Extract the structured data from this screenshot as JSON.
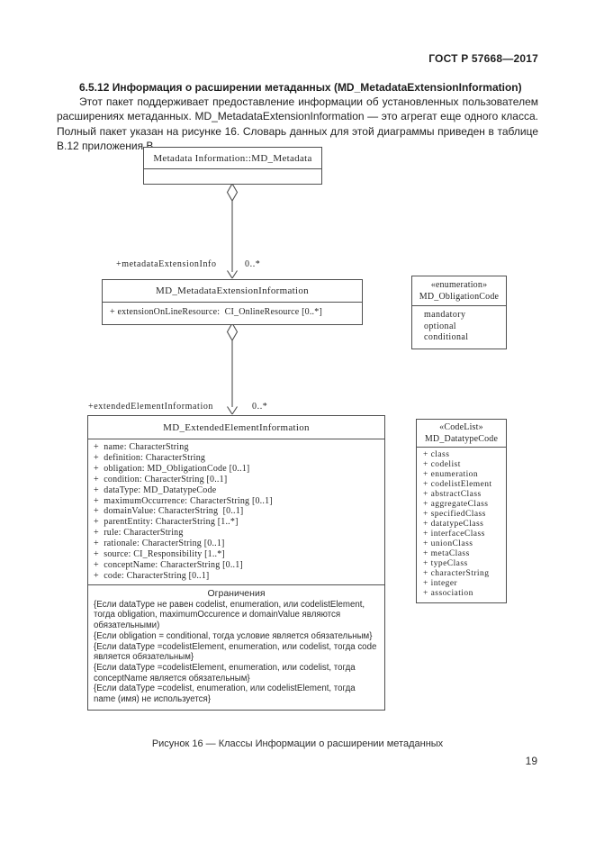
{
  "colors": {
    "ink": "#1f1f1f",
    "border": "#4f4f4f",
    "background": "#ffffff"
  },
  "page": {
    "header": "ГОСТ Р 57668—2017",
    "section_heading": "6.5.12 Информация о расширении метаданных (MD_MetadataExtensionInformation)",
    "paragraph": "Этот пакет поддерживает предоставление информации об установленных пользователем расширениях метаданных. MD_MetadataExtensionInformation — это агрегат еще одного класса. Полный пакет указан на рисунке 16. Словарь данных для этой диаграммы приведен в таблице В.12 приложения В.",
    "figure_caption": "Рисунок 16 — Классы Информации о расширении метаданных",
    "page_number": "19"
  },
  "diagram": {
    "md_metadata": {
      "title": "Metadata Information::MD_Metadata"
    },
    "assoc_metadata_extension": {
      "role": "+metadataExtensionInfo",
      "multiplicity": "0..*"
    },
    "md_metadata_extension_information": {
      "title": "MD_MetadataExtensionInformation",
      "attributes": [
        "+ extensionOnLineResource:  CI_OnlineResource [0..*]"
      ]
    },
    "md_obligation_code": {
      "stereotype": "«enumeration»",
      "name": "MD_ObligationCode",
      "values": [
        "mandatory",
        "optional",
        "conditional"
      ]
    },
    "assoc_extended_element": {
      "role": "+extendedElementInformation",
      "multiplicity": "0..*"
    },
    "md_extended_element_information": {
      "title": "MD_ExtendedElementInformation",
      "attributes": [
        "+  name: CharacterString",
        "+  definition: CharacterString",
        "+  obligation: MD_ObligationCode [0..1]",
        "+  condition: CharacterString [0..1]",
        "+  dataType: MD_DatatypeCode",
        "+  maximumOccurrence: CharacterString [0..1]",
        "+  domainValue: CharacterString  [0..1]",
        "+  parentEntity: CharacterString [1..*]",
        "+  rule: CharacterString",
        "+  rationale: CharacterString [0..1]",
        "+  source: CI_Responsibility [1..*]",
        "+  conceptName: CharacterString [0..1]",
        "+  code: CharacterString [0..1]"
      ],
      "constraints_title": "Ограничения",
      "constraints": [
        "{Если dataType не равен codelist, enumeration, или codelistElement, тогда obligation, maximumOccurence и domainValue являются обязательными)",
        "{Если obligation = conditional, тогда условие является обязательным}",
        "{Если dataType =codelistElement, enumeration, или codelist, тогда code является обязательным}",
        "{Если dataType =codelistElement, enumeration, или codelist, тогда conceptName является обязательным}",
        "{Если dataType =codelist, enumeration, или codelistElement, тогда name (имя) не используется}"
      ]
    },
    "md_datatype_code": {
      "stereotype": "«CodeList»",
      "name": "MD_DatatypeCode",
      "values": [
        "+ class",
        "+ codelist",
        "+ enumeration",
        "+ codelistElement",
        "+ abstractClass",
        "+ aggregateClass",
        "+ specifiedClass",
        "+ datatypeClass",
        "+ interfaceClass",
        "+ unionClass",
        "+ metaClass",
        "+ typeClass",
        "+ characterString",
        "+ integer",
        "+ association"
      ]
    }
  }
}
